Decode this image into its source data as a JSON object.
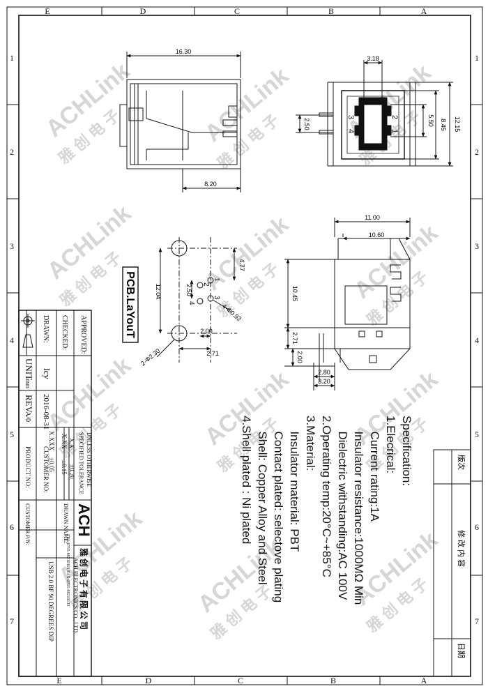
{
  "frame": {
    "top_letters": [
      "E",
      "D",
      "C",
      "B",
      "A"
    ],
    "bottom_letters": [
      "E",
      "D",
      "C",
      "B",
      "A"
    ],
    "left_numbers": [
      "1",
      "2",
      "3",
      "4",
      "5",
      "6",
      "7"
    ],
    "right_numbers": [
      "1",
      "2",
      "3",
      "4",
      "5",
      "6",
      "7"
    ]
  },
  "watermark": {
    "brand": "ACHLink",
    "cn": "雅 创 电 子"
  },
  "top_view": {
    "dim_width": "16.30",
    "dim_depth": "8.20"
  },
  "front_view": {
    "dim_top": "3.18",
    "dim_right_inner": "5.50",
    "dim_right_mid": "8.45",
    "dim_right_outer": "12.15",
    "dim_left": "2.50",
    "pins": [
      "2",
      "1",
      "3",
      "4"
    ]
  },
  "pcb_layout": {
    "label": "PCB.LaYouT",
    "dim_477": "4.77",
    "dim_250": "2.50",
    "dim_1204": "12.04",
    "dim_200": "2.00",
    "dim_271": "2.71",
    "hole_small": "4-Φ0.92",
    "hole_big": "2-Φ2.30",
    "pins": [
      "1",
      "2",
      "3",
      "4"
    ]
  },
  "side_view": {
    "dim_1100": "11.00",
    "dim_1060": "10.60",
    "dim_1045": "10.45",
    "dim_271": "2.71",
    "dim_200": "2.00",
    "dim_280": "2.80",
    "dim_320": "3.20"
  },
  "specification": {
    "lines": [
      "Specification:",
      "1.Elecrical:",
      "  Current rating:1A",
      "  Insulator resistance:1000MΩ Min",
      "  Dielectric withstanding:AC 100V",
      "2.Operating temp:20°C~+85°C",
      "3.Material:",
      "  Insulator material: PBT",
      "  Contact plated: selectove plating",
      "  Shell: Copper Alloy and Steel",
      "4.Shell plated : Ni plated"
    ]
  },
  "revision_table": {
    "col1": "版次",
    "col2": "修 改 内 容",
    "col3": "日期"
  },
  "title_block": {
    "approved_label": "APPROVED:",
    "checked_label": "CHECKED:",
    "drawn_label": "DRAWN:",
    "drawn_value": "lcy",
    "date_value": "2016-08-31",
    "unit_label": "UNIT",
    "unit_value": "mm",
    "rev_label": "REV",
    "rev_value": "A/0",
    "tol_header_1": "UNLESS OTHERWISE",
    "tol_header_2": "SPECIFIED TOLERANCE",
    "tol_rows": [
      {
        "fmt": "X.X",
        "val": "±0.20"
      },
      {
        "fmt": "X.XX",
        "val": "±0.15"
      },
      {
        "fmt": "X.XXX",
        "val": "±0.05"
      }
    ],
    "customer_no_label": "CUSTOMER NO:",
    "product_no_label": "PRODUCT NO:",
    "customer_pn_label": "CUSTOMER P/N:",
    "logo": "ACH",
    "drawn_name_label": "DRAWN NAME:",
    "company_cn": "雅 创 电 子 有 限 公 司",
    "company_en": "ACH ELECTRONICS CO., LTD",
    "contact": "TEL:0755-88210101 FAX:0755-88210133",
    "drawing_name": "USB 2.0 BF 90 DEGREES DIP"
  }
}
